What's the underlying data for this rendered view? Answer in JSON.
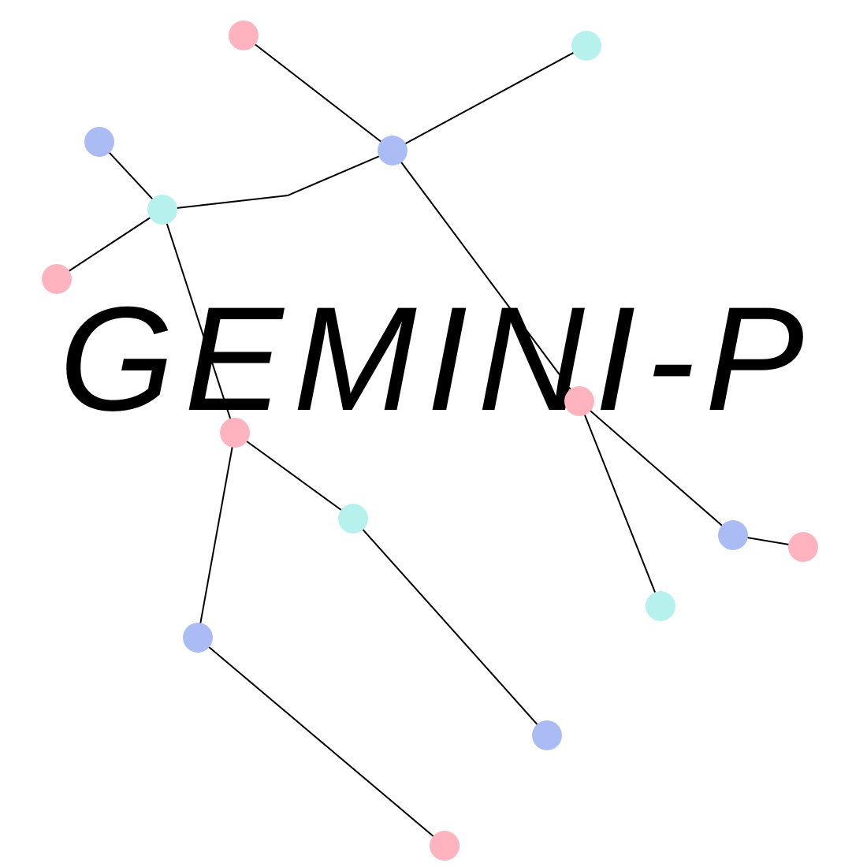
{
  "title": "GEMINI-P",
  "colors": {
    "pink": "#ffb3be",
    "cyan": "#b6f1ee",
    "blue": "#abbcf4",
    "edge": "#000000"
  },
  "nodes": [
    {
      "id": "n1",
      "group": "pink"
    },
    {
      "id": "n2",
      "group": "cyan"
    },
    {
      "id": "n3",
      "group": "blue"
    },
    {
      "id": "n4",
      "group": "blue"
    },
    {
      "id": "n5",
      "group": "cyan"
    },
    {
      "id": "n6",
      "group": "pink"
    },
    {
      "id": "n7",
      "group": "pink"
    },
    {
      "id": "n8",
      "group": "pink"
    },
    {
      "id": "n9",
      "group": "cyan"
    },
    {
      "id": "n10",
      "group": "blue"
    },
    {
      "id": "n11",
      "group": "pink"
    },
    {
      "id": "n12",
      "group": "cyan"
    },
    {
      "id": "n13",
      "group": "blue"
    },
    {
      "id": "n14",
      "group": "blue"
    },
    {
      "id": "n15",
      "group": "pink"
    }
  ],
  "edges": [
    [
      "n1",
      "n3"
    ],
    [
      "n2",
      "n3"
    ],
    [
      "n3",
      "n5"
    ],
    [
      "n4",
      "n5"
    ],
    [
      "n5",
      "n6"
    ],
    [
      "n5",
      "n7"
    ],
    [
      "n3",
      "n8"
    ],
    [
      "n8",
      "n10"
    ],
    [
      "n10",
      "n11"
    ],
    [
      "n8",
      "n12"
    ],
    [
      "n7",
      "n9"
    ],
    [
      "n9",
      "n14"
    ],
    [
      "n7",
      "n13"
    ],
    [
      "n13",
      "n15"
    ]
  ]
}
